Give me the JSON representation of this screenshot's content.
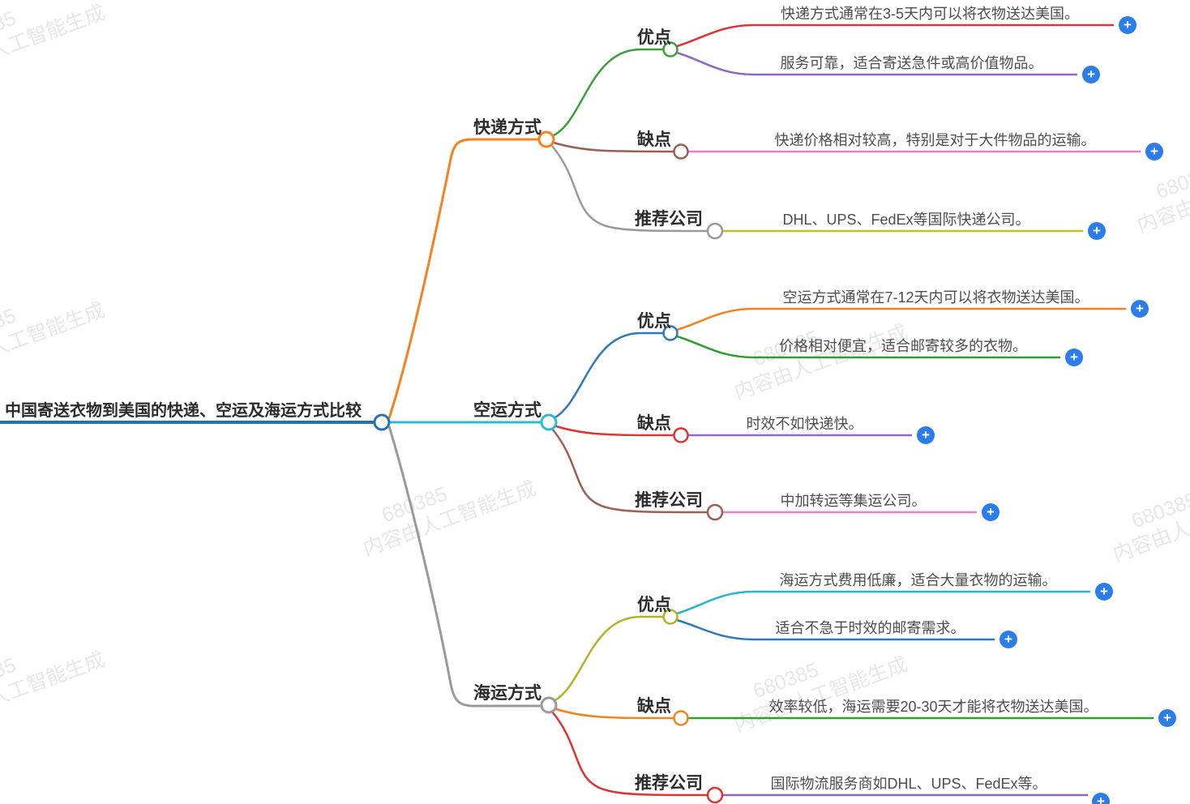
{
  "root": {
    "label": "中国寄送衣物到美国的快递、空运及海运方式比较",
    "color": "#2474b5"
  },
  "branches": [
    {
      "label": "快递方式",
      "color": "#f5821f",
      "children": [
        {
          "label": "优点",
          "color": "#3ba03b",
          "leaves": [
            {
              "text": "快递方式通常在3-5天内可以将衣物送达美国。",
              "color": "#e03333"
            },
            {
              "text": "服务可靠，适合寄送急件或高价值物品。",
              "color": "#8f68c0"
            }
          ]
        },
        {
          "label": "缺点",
          "color": "#9c5f55",
          "leaves": [
            {
              "text": "快递价格相对较高，特别是对于大件物品的运输。",
              "color": "#f07ec4"
            }
          ]
        },
        {
          "label": "推荐公司",
          "color": "#9a9a9a",
          "leaves": [
            {
              "text": "DHL、UPS、FedEx等国际快递公司。",
              "color": "#c0c022"
            }
          ]
        }
      ]
    },
    {
      "label": "空运方式",
      "color": "#29bdd4",
      "children": [
        {
          "label": "优点",
          "color": "#2e78bb",
          "leaves": [
            {
              "text": "空运方式通常在7-12天内可以将衣物送达美国。",
              "color": "#f5821f"
            },
            {
              "text": "价格相对便宜，适合邮寄较多的衣物。",
              "color": "#2ea02e"
            }
          ]
        },
        {
          "label": "缺点",
          "color": "#e03333",
          "leaves": [
            {
              "text": "时效不如快递快。",
              "color": "#8f68c0"
            }
          ]
        },
        {
          "label": "推荐公司",
          "color": "#9c5f55",
          "leaves": [
            {
              "text": "中加转运等集运公司。",
              "color": "#f07ec4"
            }
          ]
        }
      ]
    },
    {
      "label": "海运方式",
      "color": "#9a9a9a",
      "children": [
        {
          "label": "优点",
          "color": "#b3b32a",
          "leaves": [
            {
              "text": "海运方式费用低廉，适合大量衣物的运输。",
              "color": "#29b5cc"
            },
            {
              "text": "适合不急于时效的邮寄需求。",
              "color": "#2e78bb"
            }
          ]
        },
        {
          "label": "缺点",
          "color": "#f5821f",
          "leaves": [
            {
              "text": "效率较低，海运需要20-30天才能将衣物送达美国。",
              "color": "#2ea02e"
            }
          ]
        },
        {
          "label": "推荐公司",
          "color": "#e03333",
          "leaves": [
            {
              "text": "国际物流服务商如DHL、UPS、FedEx等。",
              "color": "#8f68c0"
            }
          ]
        }
      ]
    }
  ],
  "plus": {
    "symbol": "+",
    "color": "#2b7de9"
  },
  "watermark": {
    "line1": "680385",
    "line2": "内容由人工智能生成"
  }
}
